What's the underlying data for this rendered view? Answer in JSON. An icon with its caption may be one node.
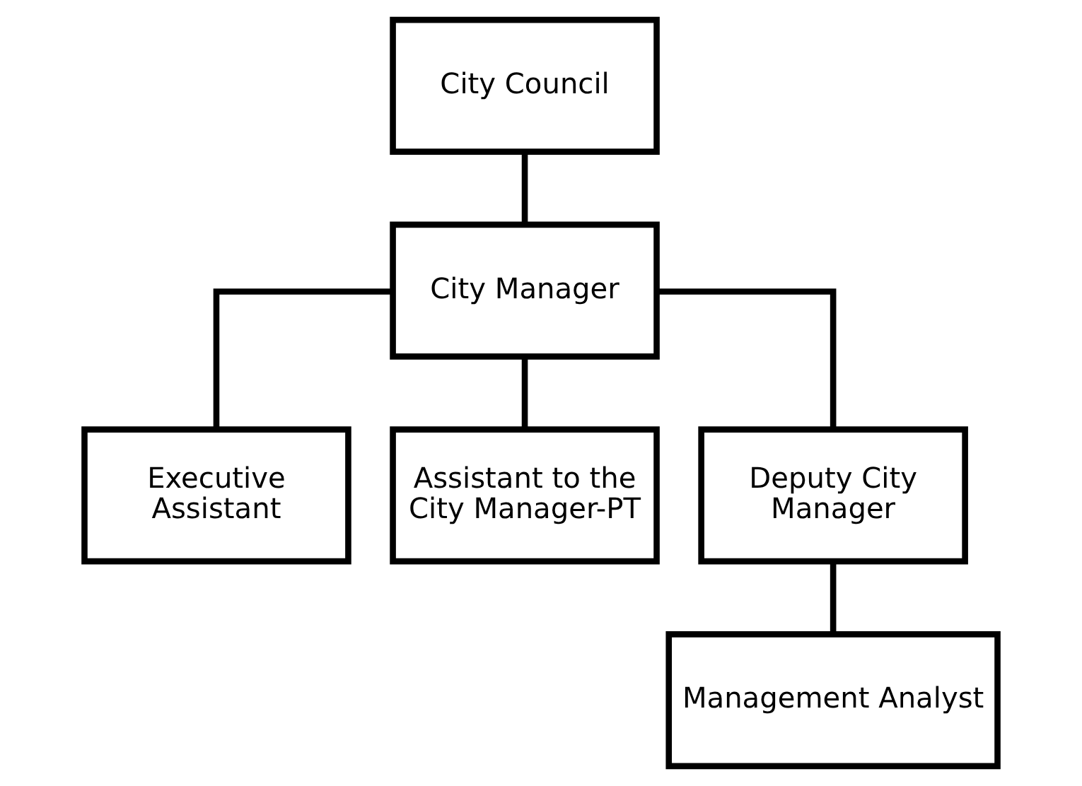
{
  "diagram": {
    "nodes": [
      {
        "text": [
          "City Council"
        ]
      },
      {
        "text": [
          "City Manager"
        ]
      },
      {
        "text": [
          "Executive Assistant"
        ]
      },
      {
        "text": [
          "Assistant to the City Manager-PT"
        ]
      },
      {
        "text": [
          "Deputy City Manager"
        ]
      },
      {
        "text": [
          "Management Analyst"
        ]
      }
    ],
    "edges": [
      {
        "from": 0,
        "to": 1,
        "arrow": "none"
      },
      {
        "from": 1,
        "to": 2,
        "arrow": "none"
      },
      {
        "from": 1,
        "to": 3,
        "arrow": "none"
      },
      {
        "from": 1,
        "to": 4,
        "arrow": "none"
      },
      {
        "from": 4,
        "to": 5,
        "arrow": "none"
      }
    ]
  }
}
